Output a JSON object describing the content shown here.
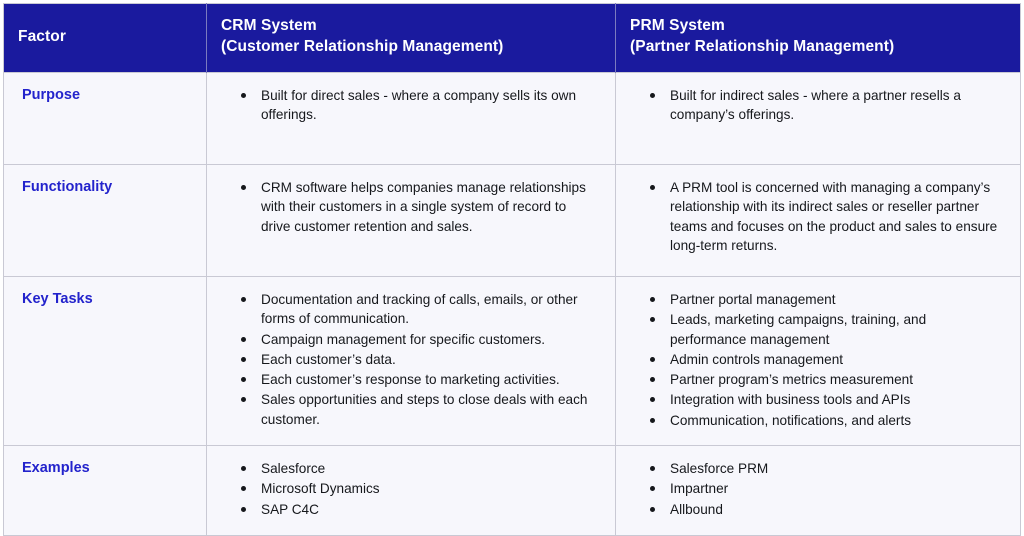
{
  "table": {
    "colors": {
      "header_background": "#1a1a9e",
      "header_text": "#ffffff",
      "cell_background": "#f7f7fc",
      "row_label_text": "#2323cc",
      "body_text": "#16181c",
      "border": "#c9c9d4"
    },
    "columns": [
      {
        "key": "factor",
        "line1": "Factor",
        "line2": ""
      },
      {
        "key": "crm",
        "line1": "CRM System",
        "line2": "(Customer Relationship Management)"
      },
      {
        "key": "prm",
        "line1": "PRM System",
        "line2": "(Partner Relationship Management)"
      }
    ],
    "rows": [
      {
        "factor": "Purpose",
        "crm": [
          "Built for direct sales - where a company sells its own offerings."
        ],
        "prm": [
          "Built for indirect sales - where a partner resells a company’s offerings."
        ]
      },
      {
        "factor": "Functionality",
        "crm": [
          "CRM software helps companies manage relationships with their customers in a single system of record to drive customer retention and sales."
        ],
        "prm": [
          "A PRM tool is concerned with managing a company’s relationship with its indirect sales or reseller partner teams and focuses on the product and sales to ensure long-term returns."
        ]
      },
      {
        "factor": "Key Tasks",
        "crm": [
          "Documentation and tracking of calls, emails, or other forms of communication.",
          "Campaign management for specific customers.",
          "Each customer’s data.",
          "Each customer’s response to marketing activities.",
          "Sales opportunities and steps to close deals with each customer."
        ],
        "prm": [
          "Partner portal management",
          "Leads, marketing campaigns, training, and performance management",
          "Admin controls management",
          "Partner program’s metrics measurement",
          "Integration with business tools and APIs",
          "Communication, notifications, and alerts"
        ]
      },
      {
        "factor": "Examples",
        "crm": [
          "Salesforce",
          "Microsoft Dynamics",
          "SAP C4C"
        ],
        "prm": [
          "Salesforce PRM",
          "Impartner",
          "Allbound"
        ]
      }
    ]
  }
}
